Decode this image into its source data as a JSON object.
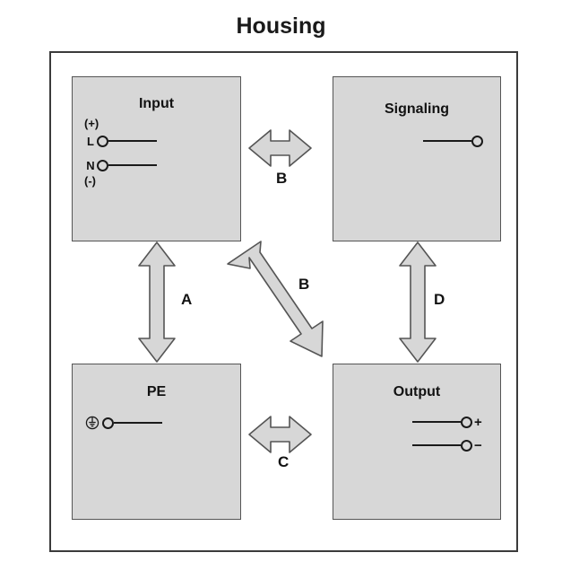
{
  "title": "Housing",
  "colors": {
    "block_fill": "#d7d7d7",
    "block_stroke": "#555555",
    "frame_stroke": "#3b3b3b",
    "arrow_fill": "#d7d7d7",
    "arrow_stroke": "#555555",
    "text": "#121212",
    "background": "#ffffff"
  },
  "blocks": [
    {
      "id": "input",
      "label": "Input",
      "position": "top-left",
      "terminals": [
        {
          "label": "L",
          "symbol": "circle-terminal"
        },
        {
          "label": "N",
          "symbol": "circle-terminal"
        }
      ],
      "polarity_top": "(+)",
      "polarity_bottom": "(-)"
    },
    {
      "id": "signaling",
      "label": "Signaling",
      "position": "top-right",
      "terminals": [
        {
          "label": "",
          "symbol": "circle-terminal"
        }
      ]
    },
    {
      "id": "pe",
      "label": "PE",
      "position": "bottom-left",
      "terminals": [
        {
          "label": "",
          "symbol": "protective-earth"
        }
      ]
    },
    {
      "id": "output",
      "label": "Output",
      "position": "bottom-right",
      "terminals": [
        {
          "label": "+",
          "symbol": "circle-terminal"
        },
        {
          "label": "−",
          "symbol": "circle-terminal"
        }
      ]
    }
  ],
  "arrows": [
    {
      "id": "a",
      "label": "A",
      "orientation": "vertical",
      "connects": "input-pe"
    },
    {
      "id": "b_top",
      "label": "B",
      "orientation": "horizontal",
      "connects": "input-signaling"
    },
    {
      "id": "b_diag",
      "label": "B",
      "orientation": "diagonal",
      "connects": "input-output"
    },
    {
      "id": "c",
      "label": "C",
      "orientation": "horizontal",
      "connects": "pe-output"
    },
    {
      "id": "d",
      "label": "D",
      "orientation": "vertical",
      "connects": "signaling-output"
    }
  ]
}
